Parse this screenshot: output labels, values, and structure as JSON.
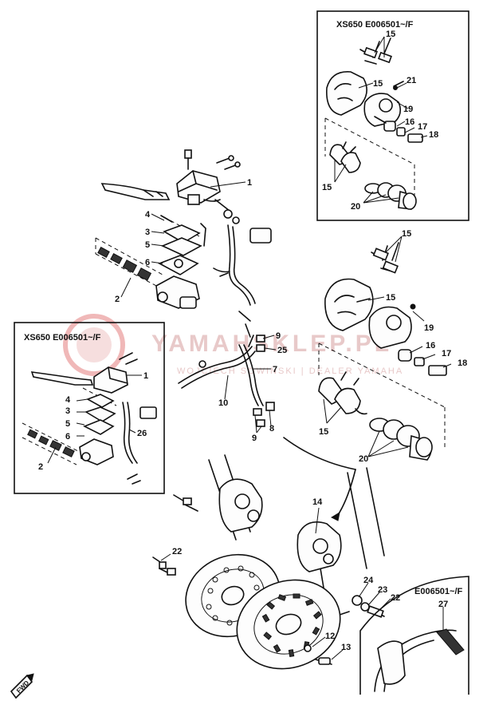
{
  "insets": {
    "upper_right_title": "XS650 E006501~/F",
    "left_title": "XS650 E006501~/F",
    "lower_right_title": "E006501~/F"
  },
  "watermark": {
    "brand": "YAMAHSKLEP.PL",
    "tagline": "WOJCIECH SOWIŃSKI | DEALER YAMAHA"
  },
  "fwd_label": "FWD",
  "callouts": {
    "n1": "1",
    "n2": "2",
    "n3": "3",
    "n4": "4",
    "n5": "5",
    "n6": "6",
    "n7": "7",
    "n8": "8",
    "n9": "9",
    "n10": "10",
    "n12": "12",
    "n13": "13",
    "n14": "14",
    "n15": "15",
    "n16": "16",
    "n17": "17",
    "n18": "18",
    "n19": "19",
    "n20": "20",
    "n21": "21",
    "n22": "22",
    "n23": "23",
    "n24": "24",
    "n25": "25",
    "n26": "26",
    "n27": "27"
  }
}
